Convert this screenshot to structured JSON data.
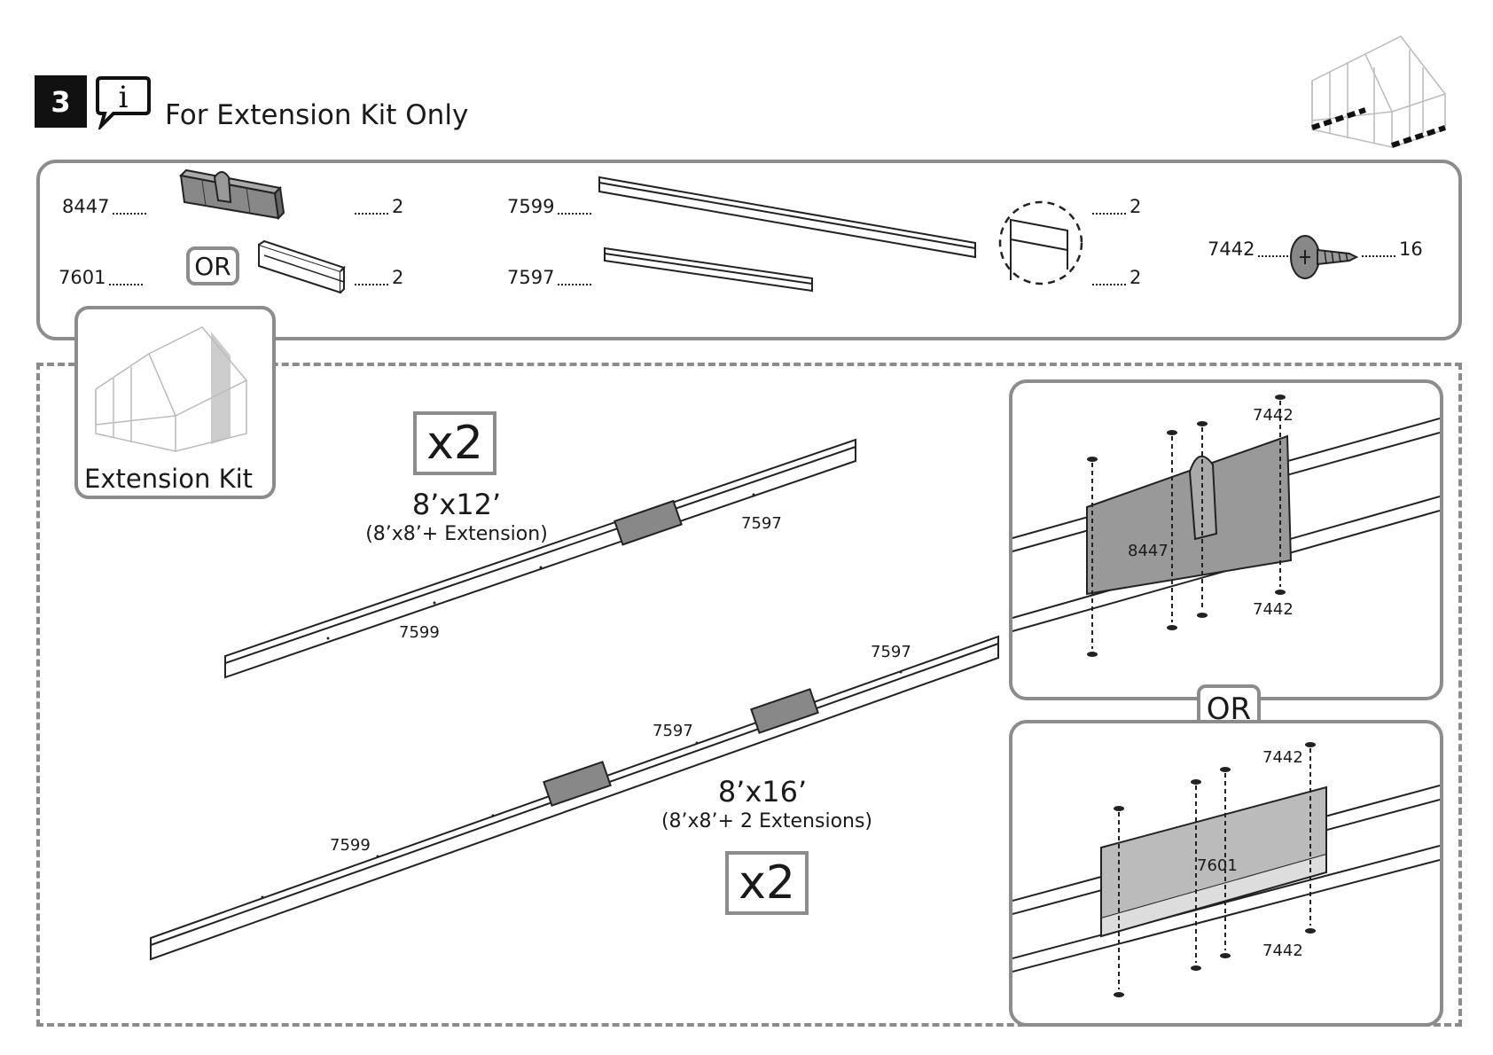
{
  "header": {
    "step_number": "3",
    "title": "For Extension Kit Only"
  },
  "parts": {
    "p8447": {
      "code": "8447",
      "qty": "2"
    },
    "p7601": {
      "code": "7601",
      "qty": "2"
    },
    "or_label": "OR",
    "p7599": {
      "code": "7599",
      "qty": "2"
    },
    "p7597": {
      "code": "7597",
      "qty": "2"
    },
    "p7442": {
      "code": "7442",
      "qty": "16"
    }
  },
  "kit": {
    "label": "Extension Kit"
  },
  "assembly_12": {
    "multiplier": "x2",
    "size": "8’x12’",
    "subtitle": "(8’x8’+ Extension)",
    "label_7597": "7597",
    "label_7599": "7599"
  },
  "assembly_16": {
    "multiplier": "x2",
    "size": "8’x16’",
    "subtitle": "(8’x8’+ 2 Extensions)",
    "label_7597_a": "7597",
    "label_7597_b": "7597",
    "label_7599": "7599"
  },
  "detail_top": {
    "screw_top": "7442",
    "connector": "8447",
    "screw_bottom": "7442"
  },
  "detail_or": "OR",
  "detail_bottom": {
    "screw_top": "7442",
    "connector": "7601",
    "screw_bottom": "7442"
  }
}
